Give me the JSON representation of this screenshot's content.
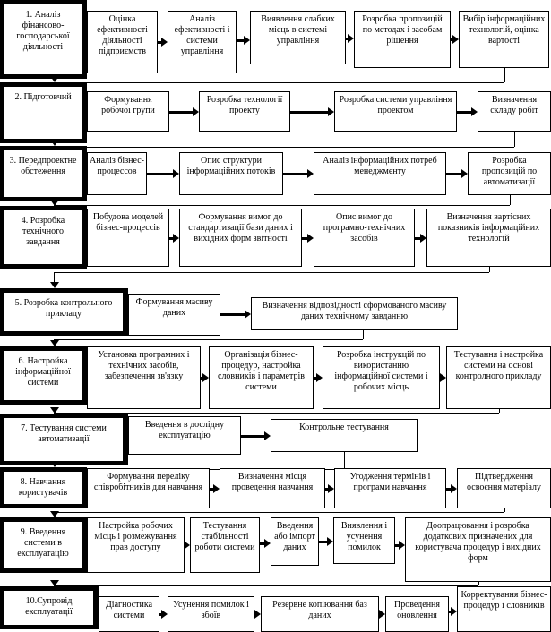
{
  "rows": [
    {
      "stage": "1. Аналіз фінансово-господарської діяльності",
      "steps": [
        "Оцінка ефективності діяльності підприємств",
        "Аналіз ефективності і системи управління",
        "Виявлення слабких місць в системі управління",
        "Розробка пропозицій по методах і засобам рішення",
        "Вибір інформаційних технологій, оцінка вартості"
      ]
    },
    {
      "stage": "2. Підготовчий",
      "steps": [
        "Формування робочої групи",
        "Розробка технології проекту",
        "Розробка системи управління проектом",
        "Визначення складу робіт"
      ]
    },
    {
      "stage": "3. Передпроектне обстеження",
      "steps": [
        "Аналіз бізнес-процессов",
        "Опис структури інформаційних потоків",
        "Аналіз інформаційних потреб менеджменту",
        "Розробка пропозицій по автоматизації"
      ]
    },
    {
      "stage": "4. Розробка технічного завдання",
      "steps": [
        "Побудова моделей бізнес-процессів",
        "Формування вимог до стандартизації бази даних і вихідних форм звітності",
        "Опис вимог до програмно-технічних засобів",
        "Визначення вартісних показників інформаційних технологій"
      ]
    },
    {
      "stage": "5. Розробка контрольного прикладу",
      "steps": [
        "Формування масиву даних",
        "Визначення відповідності сформованого масиву даних технічному завданню"
      ]
    },
    {
      "stage": "6. Настройка інформаційної системи",
      "steps": [
        "Установка програмних і технічних засобів, забезпечення зв'язку",
        "Організація бізнес-процедур, настройка словників і параметрів системи",
        "Розробка інструкцій по використанню інформаційної системи і робочих місць",
        "Тестування і настройка системи на основі контролного прикладу"
      ]
    },
    {
      "stage": "7. Тестування системи автоматизації",
      "steps": [
        "Введення в дослідну експлуатацію",
        "Контрольне тестування"
      ]
    },
    {
      "stage": "8. Навчання користувачів",
      "steps": [
        "Формування переліку співробітників для навчання",
        "Визначення місця проведення навчання",
        "Угодження термінів і програми навчання",
        "Підтвердження освоєння матеріалу"
      ]
    },
    {
      "stage": "9. Введення системи в експлуатацію",
      "steps": [
        "Настройка робочих місць і розмежування прав доступу",
        "Тестування стабільності роботи системи",
        "Введення або імпорт даних",
        "Виявлення і усунення помилок",
        "Доопрацювання і розробка додаткових призначених для користувача процедур і вихідних форм"
      ]
    },
    {
      "stage": "10.Супровід експлуатації",
      "steps": [
        "Діагностика системи",
        "Усунення помилок і збоїв",
        "Резервне копіювання баз даних",
        "Проведення оновлення",
        "Корректування бізнес-процедур і словників"
      ]
    }
  ]
}
